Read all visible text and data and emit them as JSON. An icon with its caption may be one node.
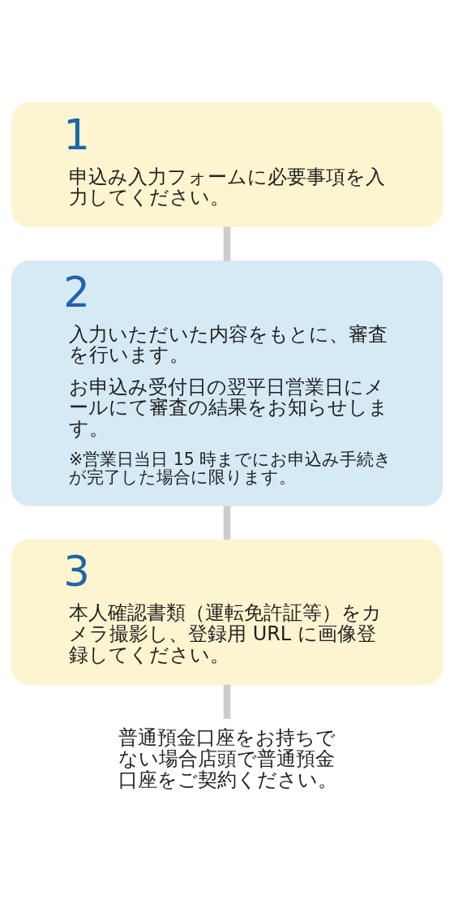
{
  "diagram": {
    "nodes": [
      {
        "text": [
          "1",
          "申込み入力フォームに必要事項を入力してください。"
        ]
      },
      {
        "text": [
          "2",
          "入力いただいた内容をもとに、審査を行います。",
          "お申込み受付日の翌平日営業日にメールにて審査の結果をお知らせします。",
          "※営業日当日 15 時までにお申込み手続きが完了した場合に限ります。"
        ]
      },
      {
        "text": [
          "3",
          "本人確認書類（運転免許証等）をカメラ撮影し、登録用 URL に画像登録してください。"
        ]
      },
      {
        "text": [
          "普通預金口座をお持ちでない場合店頭で普通預金口座をご契約ください。"
        ]
      }
    ],
    "edges": [
      {
        "from": 0,
        "to": 1,
        "arrow": "none"
      },
      {
        "from": 1,
        "to": 2,
        "arrow": "none"
      },
      {
        "from": 2,
        "to": 3,
        "arrow": "none"
      }
    ]
  }
}
